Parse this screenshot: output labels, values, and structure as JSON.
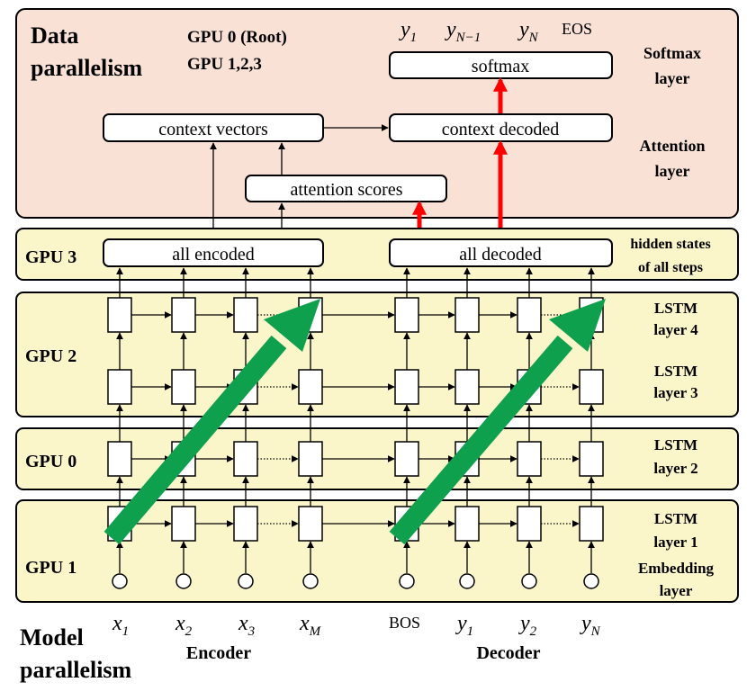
{
  "top": {
    "title_line1": "Data",
    "title_line2": "parallelism",
    "gpu_root": "GPU 0 (Root)",
    "gpu_others": "GPU 1,2,3",
    "softmax_label": "softmax",
    "context_vectors": "context vectors",
    "context_decoded": "context decoded",
    "attention_scores": "attention scores",
    "softmax_layer_1": "Softmax",
    "softmax_layer_2": "layer",
    "attention_layer_1": "Attention",
    "attention_layer_2": "layer",
    "outputs": [
      {
        "base": "y",
        "sub": "1"
      },
      {
        "base": "y",
        "sub": "N−1"
      },
      {
        "base": "y",
        "sub": "N"
      }
    ],
    "eos": "EOS"
  },
  "bands": {
    "gpu3": "GPU 3",
    "gpu2": "GPU 2",
    "gpu0": "GPU 0",
    "gpu1": "GPU 1",
    "all_encoded": "all encoded",
    "all_decoded": "all decoded",
    "hidden_1": "hidden states",
    "hidden_2": "of all steps",
    "lstm4_1": "LSTM",
    "lstm4_2": "layer 4",
    "lstm3_1": "LSTM",
    "lstm3_2": "layer 3",
    "lstm2_1": "LSTM",
    "lstm2_2": "layer 2",
    "lstm1_1": "LSTM",
    "lstm1_2": "layer 1",
    "emb_1": "Embedding",
    "emb_2": "layer"
  },
  "bottom": {
    "model_1": "Model",
    "model_2": "parallelism",
    "encoder": "Encoder",
    "decoder": "Decoder",
    "enc_inputs": [
      {
        "base": "x",
        "sub": "1"
      },
      {
        "base": "x",
        "sub": "2"
      },
      {
        "base": "x",
        "sub": "3"
      },
      {
        "base": "x",
        "sub": "M"
      }
    ],
    "bos": "BOS",
    "dec_inputs": [
      {
        "base": "y",
        "sub": "1"
      },
      {
        "base": "y",
        "sub": "2"
      },
      {
        "base": "y",
        "sub": "N"
      }
    ]
  },
  "colors": {
    "top_panel": "#f9e1d6",
    "band": "#fbf6c9",
    "arrow_red": "#ff0000",
    "arrow_green": "#0fa04e"
  }
}
